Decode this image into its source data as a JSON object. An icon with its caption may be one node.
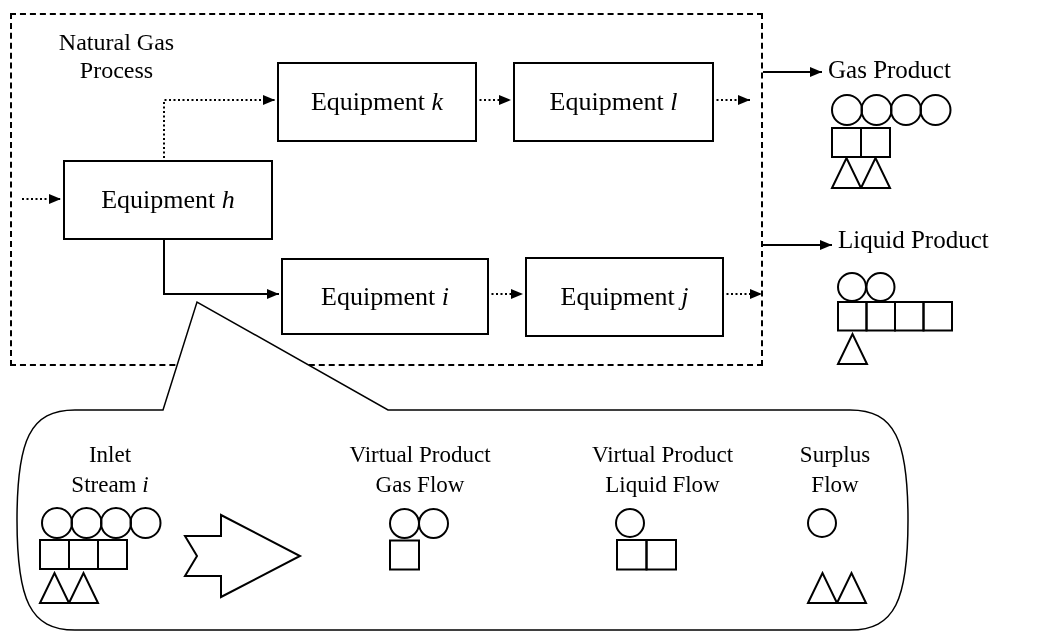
{
  "diagram": {
    "nodes": [
      {
        "text": [
          "Natural Gas Process"
        ]
      },
      {
        "text": [
          "Equipment *h*"
        ],
        "in": 0
      },
      {
        "text": [
          "Equipment *k*"
        ],
        "in": 0
      },
      {
        "text": [
          "Equipment *l*"
        ],
        "in": 0
      },
      {
        "text": [
          "Equipment *i*"
        ],
        "in": 0
      },
      {
        "text": [
          "Equipment *j*"
        ],
        "in": 0
      },
      {
        "text": [
          "Gas Product"
        ]
      },
      {
        "text": [
          "Liquid Product"
        ]
      },
      {
        "text": [],
        "shape": "callout"
      },
      {
        "text": [
          "Inlet Stream *i*"
        ],
        "in": 8
      },
      {
        "text": [
          "Virtual Product Gas Flow"
        ],
        "in": 8
      },
      {
        "text": [
          "Virtual Product Liquid Flow"
        ],
        "in": 8
      },
      {
        "text": [
          "Surplus Flow"
        ],
        "in": 8
      }
    ],
    "edges": [
      {
        "from": null,
        "to": 1,
        "arrow": "to",
        "style": "dashed"
      },
      {
        "from": 1,
        "to": 2,
        "arrow": "to",
        "style": "dashed"
      },
      {
        "from": 2,
        "to": 3,
        "arrow": "to",
        "style": "dashed"
      },
      {
        "from": 3,
        "to": null,
        "arrow": "to",
        "style": "dashed"
      },
      {
        "from": 1,
        "to": 4,
        "arrow": "to"
      },
      {
        "from": 4,
        "to": 5,
        "arrow": "to",
        "style": "dashed"
      },
      {
        "from": 5,
        "to": null,
        "arrow": "to",
        "style": "dashed"
      },
      {
        "from": 0,
        "to": 6,
        "arrow": "to"
      },
      {
        "from": 0,
        "to": 7,
        "arrow": "to"
      },
      {
        "from": 9,
        "to": 10,
        "arrow": "to",
        "style": "thick"
      }
    ]
  }
}
